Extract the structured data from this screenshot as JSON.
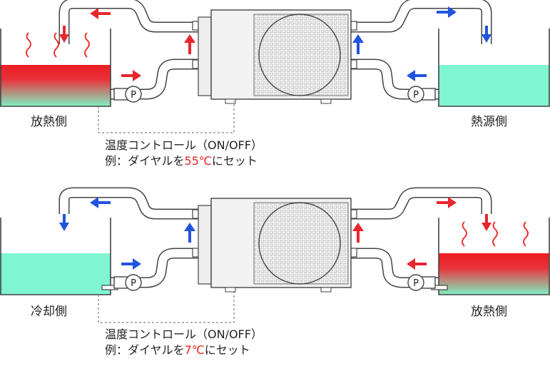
{
  "panels": [
    {
      "left_label": "放熱側",
      "right_label": "熱源側",
      "control_title": "温度コントロール（ON/OFF）",
      "example_prefix": "例：ダイヤルを",
      "example_temp": "55℃",
      "example_suffix": "にセット",
      "pump_label": "P",
      "left_tank": "hot",
      "right_tank": "cool",
      "colors": {
        "left_flow": "#e8262d",
        "right_flow": "#2255dd"
      }
    },
    {
      "left_label": "冷却側",
      "right_label": "放熱側",
      "control_title": "温度コントロール（ON/OFF）",
      "example_prefix": "例：ダイヤルを",
      "example_temp": "7℃",
      "example_suffix": "にセット",
      "pump_label": "P",
      "left_tank": "cool",
      "right_tank": "hot",
      "colors": {
        "left_flow": "#2255dd",
        "right_flow": "#e8262d"
      }
    }
  ],
  "colors": {
    "hot_top": "#ee1c24",
    "hot_bottom": "#7ff0c4",
    "cool_fill": "#7ff5d2",
    "unit_body": "#f2f2f2",
    "outline": "#444444"
  }
}
